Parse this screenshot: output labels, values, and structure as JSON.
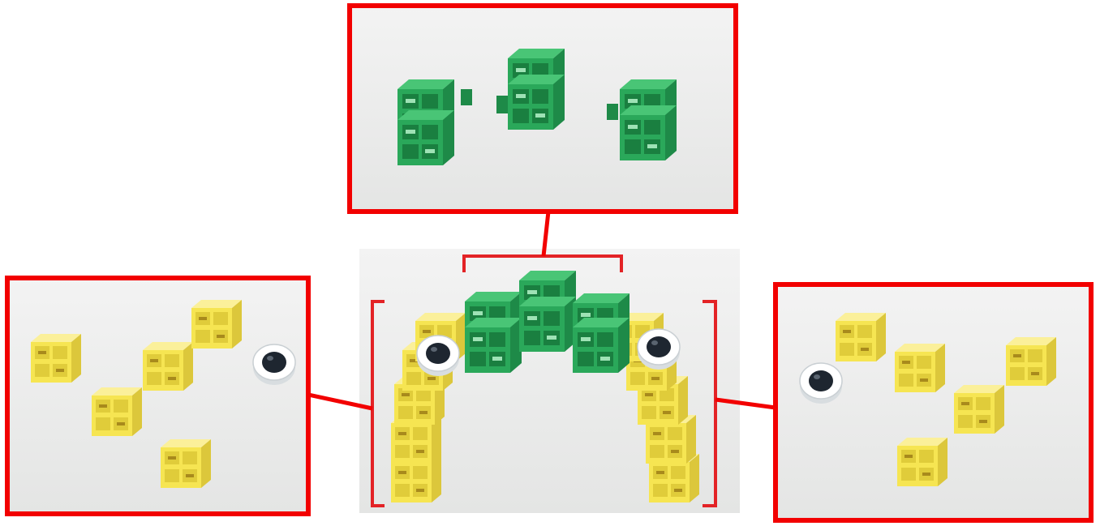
{
  "figure": {
    "panels": [
      {
        "id": "top",
        "content": "green-cubes",
        "count": 3
      },
      {
        "id": "left",
        "content": "yellow-cubes-with-eye",
        "cube_count": 5,
        "eye_count": 1
      },
      {
        "id": "right",
        "content": "yellow-cubes-with-eye",
        "cube_count": 5,
        "eye_count": 1
      },
      {
        "id": "center",
        "content": "assembled-model"
      }
    ],
    "colors": {
      "frame": "#f20000",
      "photo_bg": "#ebeceb",
      "green": "#2aa85a",
      "green_dark": "#1a7f40",
      "yellow": "#f6e552",
      "yellow_dark": "#d9c22a",
      "eye_white": "#ffffff",
      "eye_pupil": "#1e2630"
    }
  }
}
